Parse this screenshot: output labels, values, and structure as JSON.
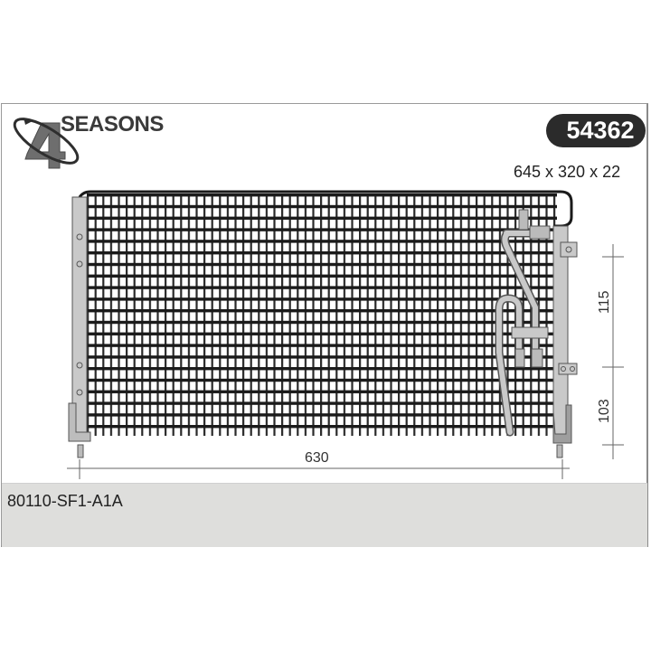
{
  "brand": {
    "logo_numeral": "4",
    "logo_text": "SEASONS"
  },
  "part": {
    "number": "54362",
    "dimensions": "645 x 320 x 22",
    "oem_reference": "80110-SF1-A1A"
  },
  "drawing": {
    "subject": "A/C condenser",
    "dimension_labels": {
      "width": "630",
      "upper_height": "115",
      "lower_height": "103"
    }
  },
  "colors": {
    "badge_bg": "#2b2b2b",
    "badge_text": "#ffffff",
    "band_bg": "#dededc",
    "line": "#555555"
  }
}
